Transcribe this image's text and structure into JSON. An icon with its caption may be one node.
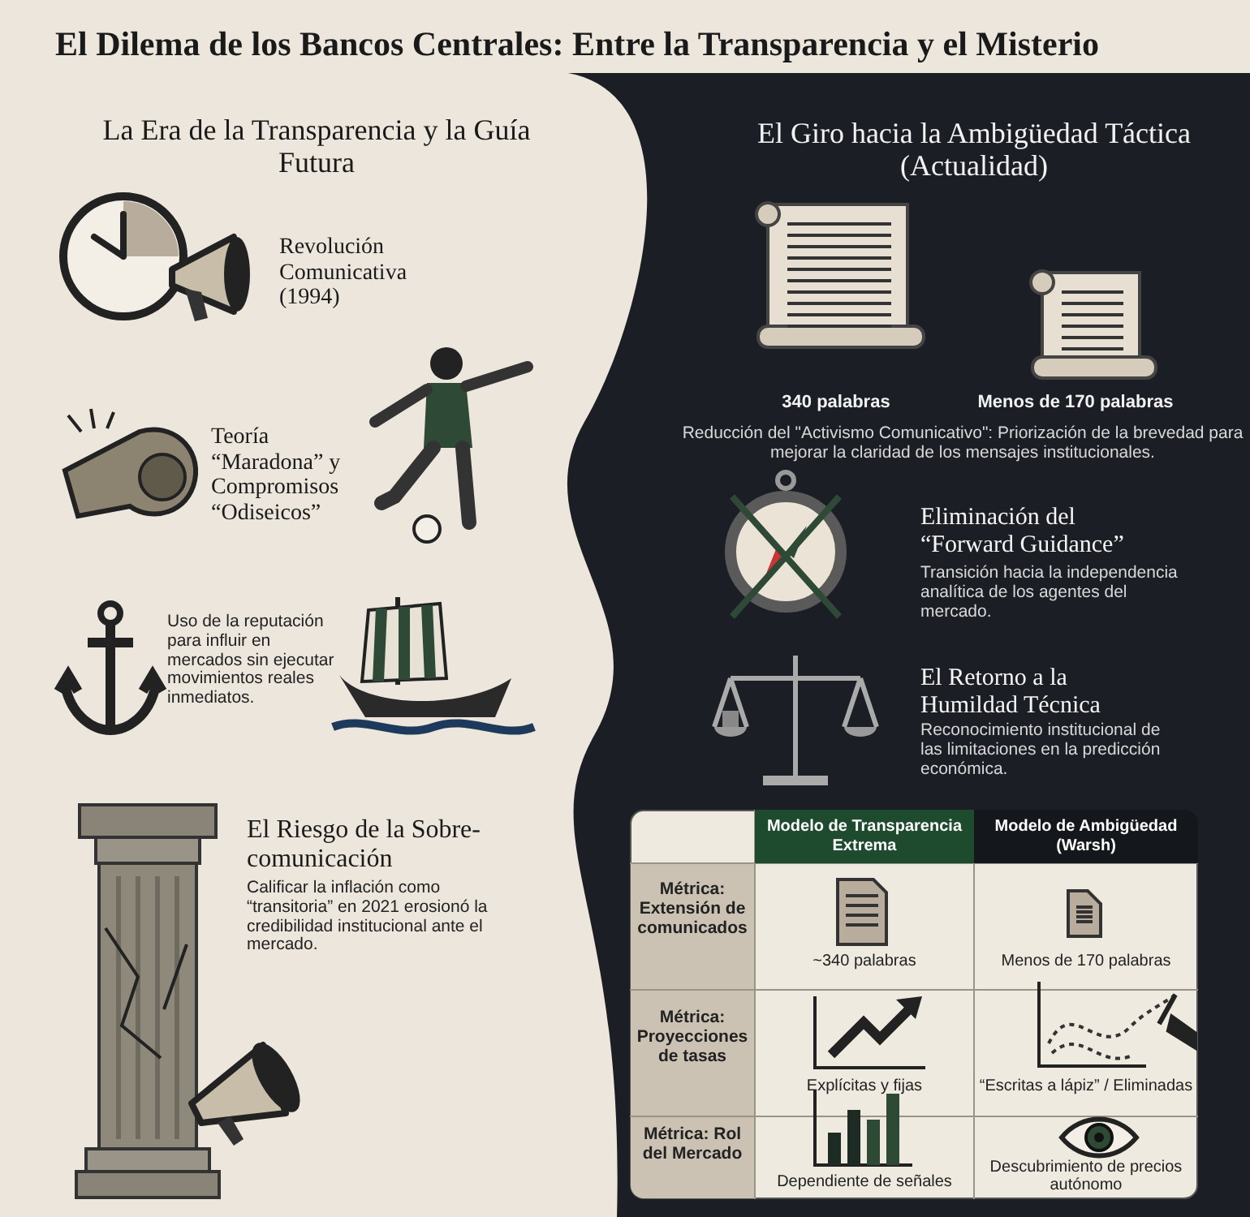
{
  "diagram": {
    "title": "El Dilema de los Bancos Centrales: Entre la Transparencia y el Misterio",
    "labels": [
      "La Era de la Transparencia y la Guía Futura",
      "Revolución Comunicativa (1994)",
      "Teoría “Maradona” y Compromisos “Odiseicos”",
      "Uso de la reputación para influir en mercados sin ejecutar movimientos reales inmediatos.",
      "El Riesgo de la Sobre-comunicación",
      "Calificar la inflación como “transitoria” en 2021 erosionó la credibilidad institucional ante el mercado.",
      "El Giro hacia la Ambigüedad Táctica (Actualidad)",
      "340 palabras",
      "Menos de 170 palabras",
      "Reducción del \"Activismo Comunicativo\": Priorización de la brevedad para mejorar la claridad de los mensajes institucionales.",
      "Eliminación del “Forward Guidance”",
      "Transición hacia la independencia analítica de los agentes del mercado.",
      "El Retorno a la Humildad Técnica",
      "Reconocimiento institucional de las limitaciones en la predicción económica.",
      "Modelo de Transparencia Extrema",
      "Modelo de Ambigüedad (Warsh)",
      "Métrica: Extensión de comunicados",
      "~340 palabras",
      "Menos de 170 palabras",
      "Métrica: Proyecciones de tasas",
      "Explícitas y fijas",
      "“Escritas a lápiz” / Eliminadas",
      "Métrica: Rol del Mercado",
      "Dependiente de señales",
      "Descubrimiento de precios autónomo"
    ]
  }
}
